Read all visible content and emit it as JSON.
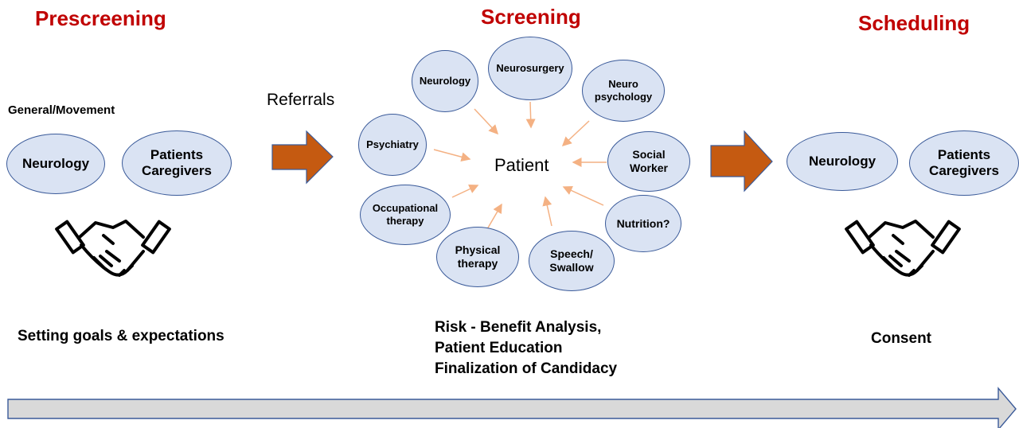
{
  "stages": {
    "prescreening": "Prescreening",
    "screening": "Screening",
    "scheduling": "Scheduling"
  },
  "prescreening": {
    "subtitle": "General/Movement",
    "nodes": [
      "Neurology",
      "Patients\nCaregivers"
    ],
    "caption": "Setting goals & expectations"
  },
  "referrals_label": "Referrals",
  "screening": {
    "center": "Patient",
    "nodes": [
      "Neurology",
      "Neurosurgery",
      "Neuro\npsychology",
      "Psychiatry",
      "Social\nWorker",
      "Occupational\ntherapy",
      "Nutrition?",
      "Physical\ntherapy",
      "Speech/\nSwallow"
    ],
    "caption": [
      "Risk - Benefit Analysis,",
      "Patient Education",
      "Finalization of Candidacy"
    ]
  },
  "scheduling": {
    "nodes": [
      "Neurology",
      "Patients\nCaregivers"
    ],
    "caption": "Consent"
  },
  "colors": {
    "stage_title": "#c00000",
    "node_fill": "#dae3f3",
    "node_border": "#3a5a99",
    "flow_arrow": "#c55a11",
    "spoke_arrow": "#f4b183",
    "timeline_fill": "#d9d9d9"
  },
  "icons": [
    "handshake-icon",
    "handshake-icon"
  ]
}
